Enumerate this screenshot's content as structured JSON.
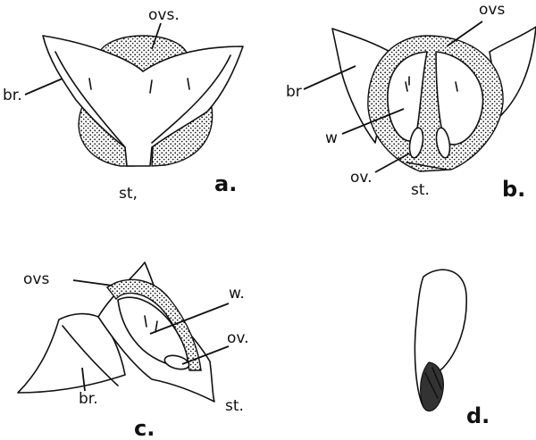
{
  "figure": {
    "panel_a": {
      "ovs": "ovs.",
      "br": "br.",
      "st": "st,",
      "letter": "a."
    },
    "panel_b": {
      "ovs": "ovs",
      "br": "br",
      "w": "w",
      "ov": "ov.",
      "st": "st.",
      "letter": "b."
    },
    "panel_c": {
      "ovs": "ovs",
      "w": "w.",
      "ov": "ov.",
      "br": "br.",
      "st": "st.",
      "letter": "c."
    },
    "panel_d": {
      "letter": "d."
    }
  }
}
